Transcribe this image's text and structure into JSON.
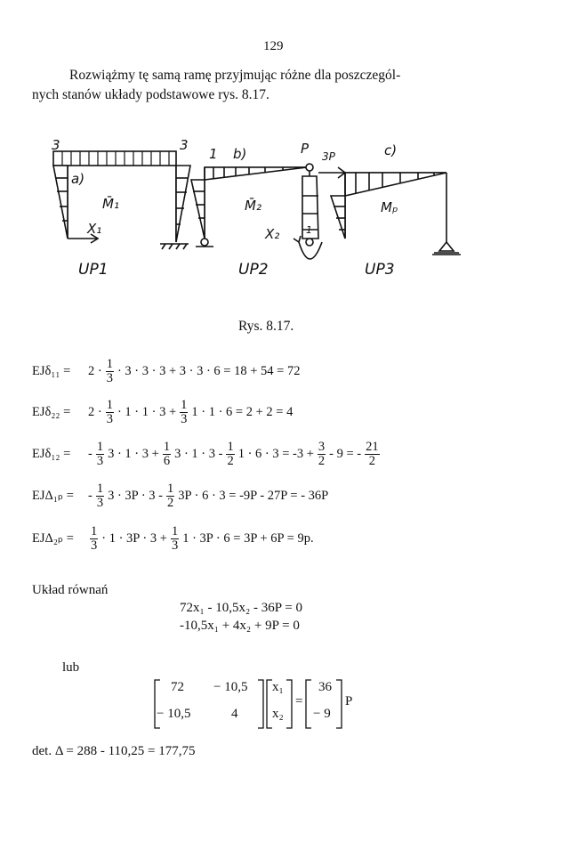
{
  "page_number": "129",
  "intro": {
    "line1": "Rozwiążmy tę samą ramę przyjmując różne dla poszczegól-",
    "line2": "nych stanów układy podstawowe rys. 8.17."
  },
  "figure": {
    "labels": {
      "a_val_left": "3",
      "a_val_right": "3",
      "a_tag": "a)",
      "a_moment": "M̄₁",
      "a_x": "X₁",
      "b_val": "1",
      "b_tag": "b)",
      "b_moment": "M̄₂",
      "b_x": "X₂",
      "b_val2": "1",
      "c_p": "P",
      "c_3p": "3P",
      "c_tag": "c)",
      "c_moment": "Mₚ",
      "up1": "UP1",
      "up2": "UP2",
      "up3": "UP3"
    }
  },
  "caption": "Rys. 8.17.",
  "equations": {
    "e1": {
      "lhs": "EJδ₁₁ =",
      "a": "2 ·",
      "fn": "1",
      "fd": "3",
      "b": "· 3 · 3 · 3 + 3 · 3 · 6 = 18 + 54 = 72"
    },
    "e2": {
      "lhs": "EJδ₂₂ =",
      "a": "2 ·",
      "f1n": "1",
      "f1d": "3",
      "b": "· 1 · 1 · 3 +",
      "f2n": "1",
      "f2d": "3",
      "c": "1 · 1 · 6 = 2 + 2  = 4"
    },
    "e3": {
      "lhs": "EJδ₁₂ =",
      "a": "-",
      "f1n": "1",
      "f1d": "3",
      "b": "3 · 1 · 3 +",
      "f2n": "1",
      "f2d": "6",
      "c": "3 · 1 · 3 -",
      "f3n": "1",
      "f3d": "2",
      "d": "1 · 6 · 3 = -3 +",
      "f4n": "3",
      "f4d": "2",
      "e": "- 9 = -",
      "f5n": "21",
      "f5d": "2"
    },
    "e4": {
      "lhs": "EJΔ₁ₚ =",
      "a": "-",
      "f1n": "1",
      "f1d": "3",
      "b": "3 · 3P · 3 -",
      "f2n": "1",
      "f2d": "2",
      "c": "3P · 6 · 3 = -9P - 27P  = - 36P"
    },
    "e5": {
      "lhs": "EJΔ₂ₚ =",
      "f1n": "1",
      "f1d": "3",
      "b": "· 1 · 3P · 3 +",
      "f2n": "1",
      "f2d": "3",
      "c": "1 · 3P · 6 = 3P + 6P  = 9p."
    }
  },
  "system": {
    "label": "Układ równań",
    "eq1": "72x₁ - 10,5x₂ - 36P = 0",
    "eq2": "-10,5x₁ + 4x₂ + 9P = 0"
  },
  "lub": "lub",
  "matrix": {
    "a11": "72",
    "a12": "− 10,5",
    "a21": "− 10,5",
    "a22": "4",
    "x1": "x₁",
    "x2": "x₂",
    "eq": "=",
    "b1": "36",
    "b2": "− 9",
    "p": "P"
  },
  "det": "det. Δ = 288 - 110,25 = 177,75"
}
